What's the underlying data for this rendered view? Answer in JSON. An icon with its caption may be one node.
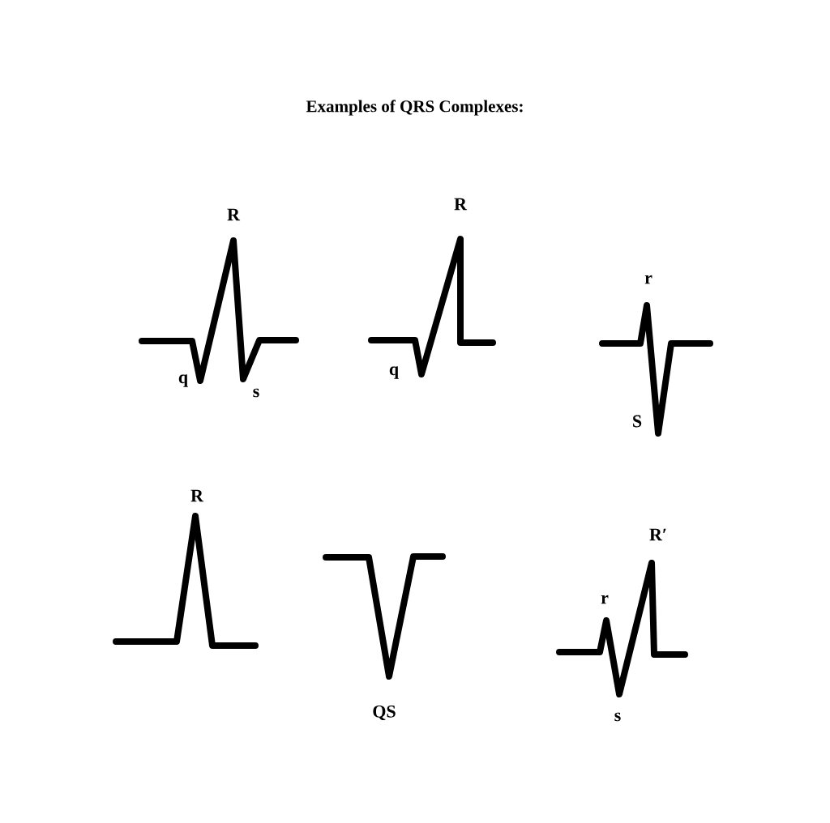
{
  "diagram": {
    "title": "Examples of QRS Complexes:",
    "labels": [
      "R",
      "q",
      "s",
      "R",
      "q",
      "r",
      "S",
      "R",
      "QS",
      "R′",
      "r",
      "s"
    ]
  }
}
